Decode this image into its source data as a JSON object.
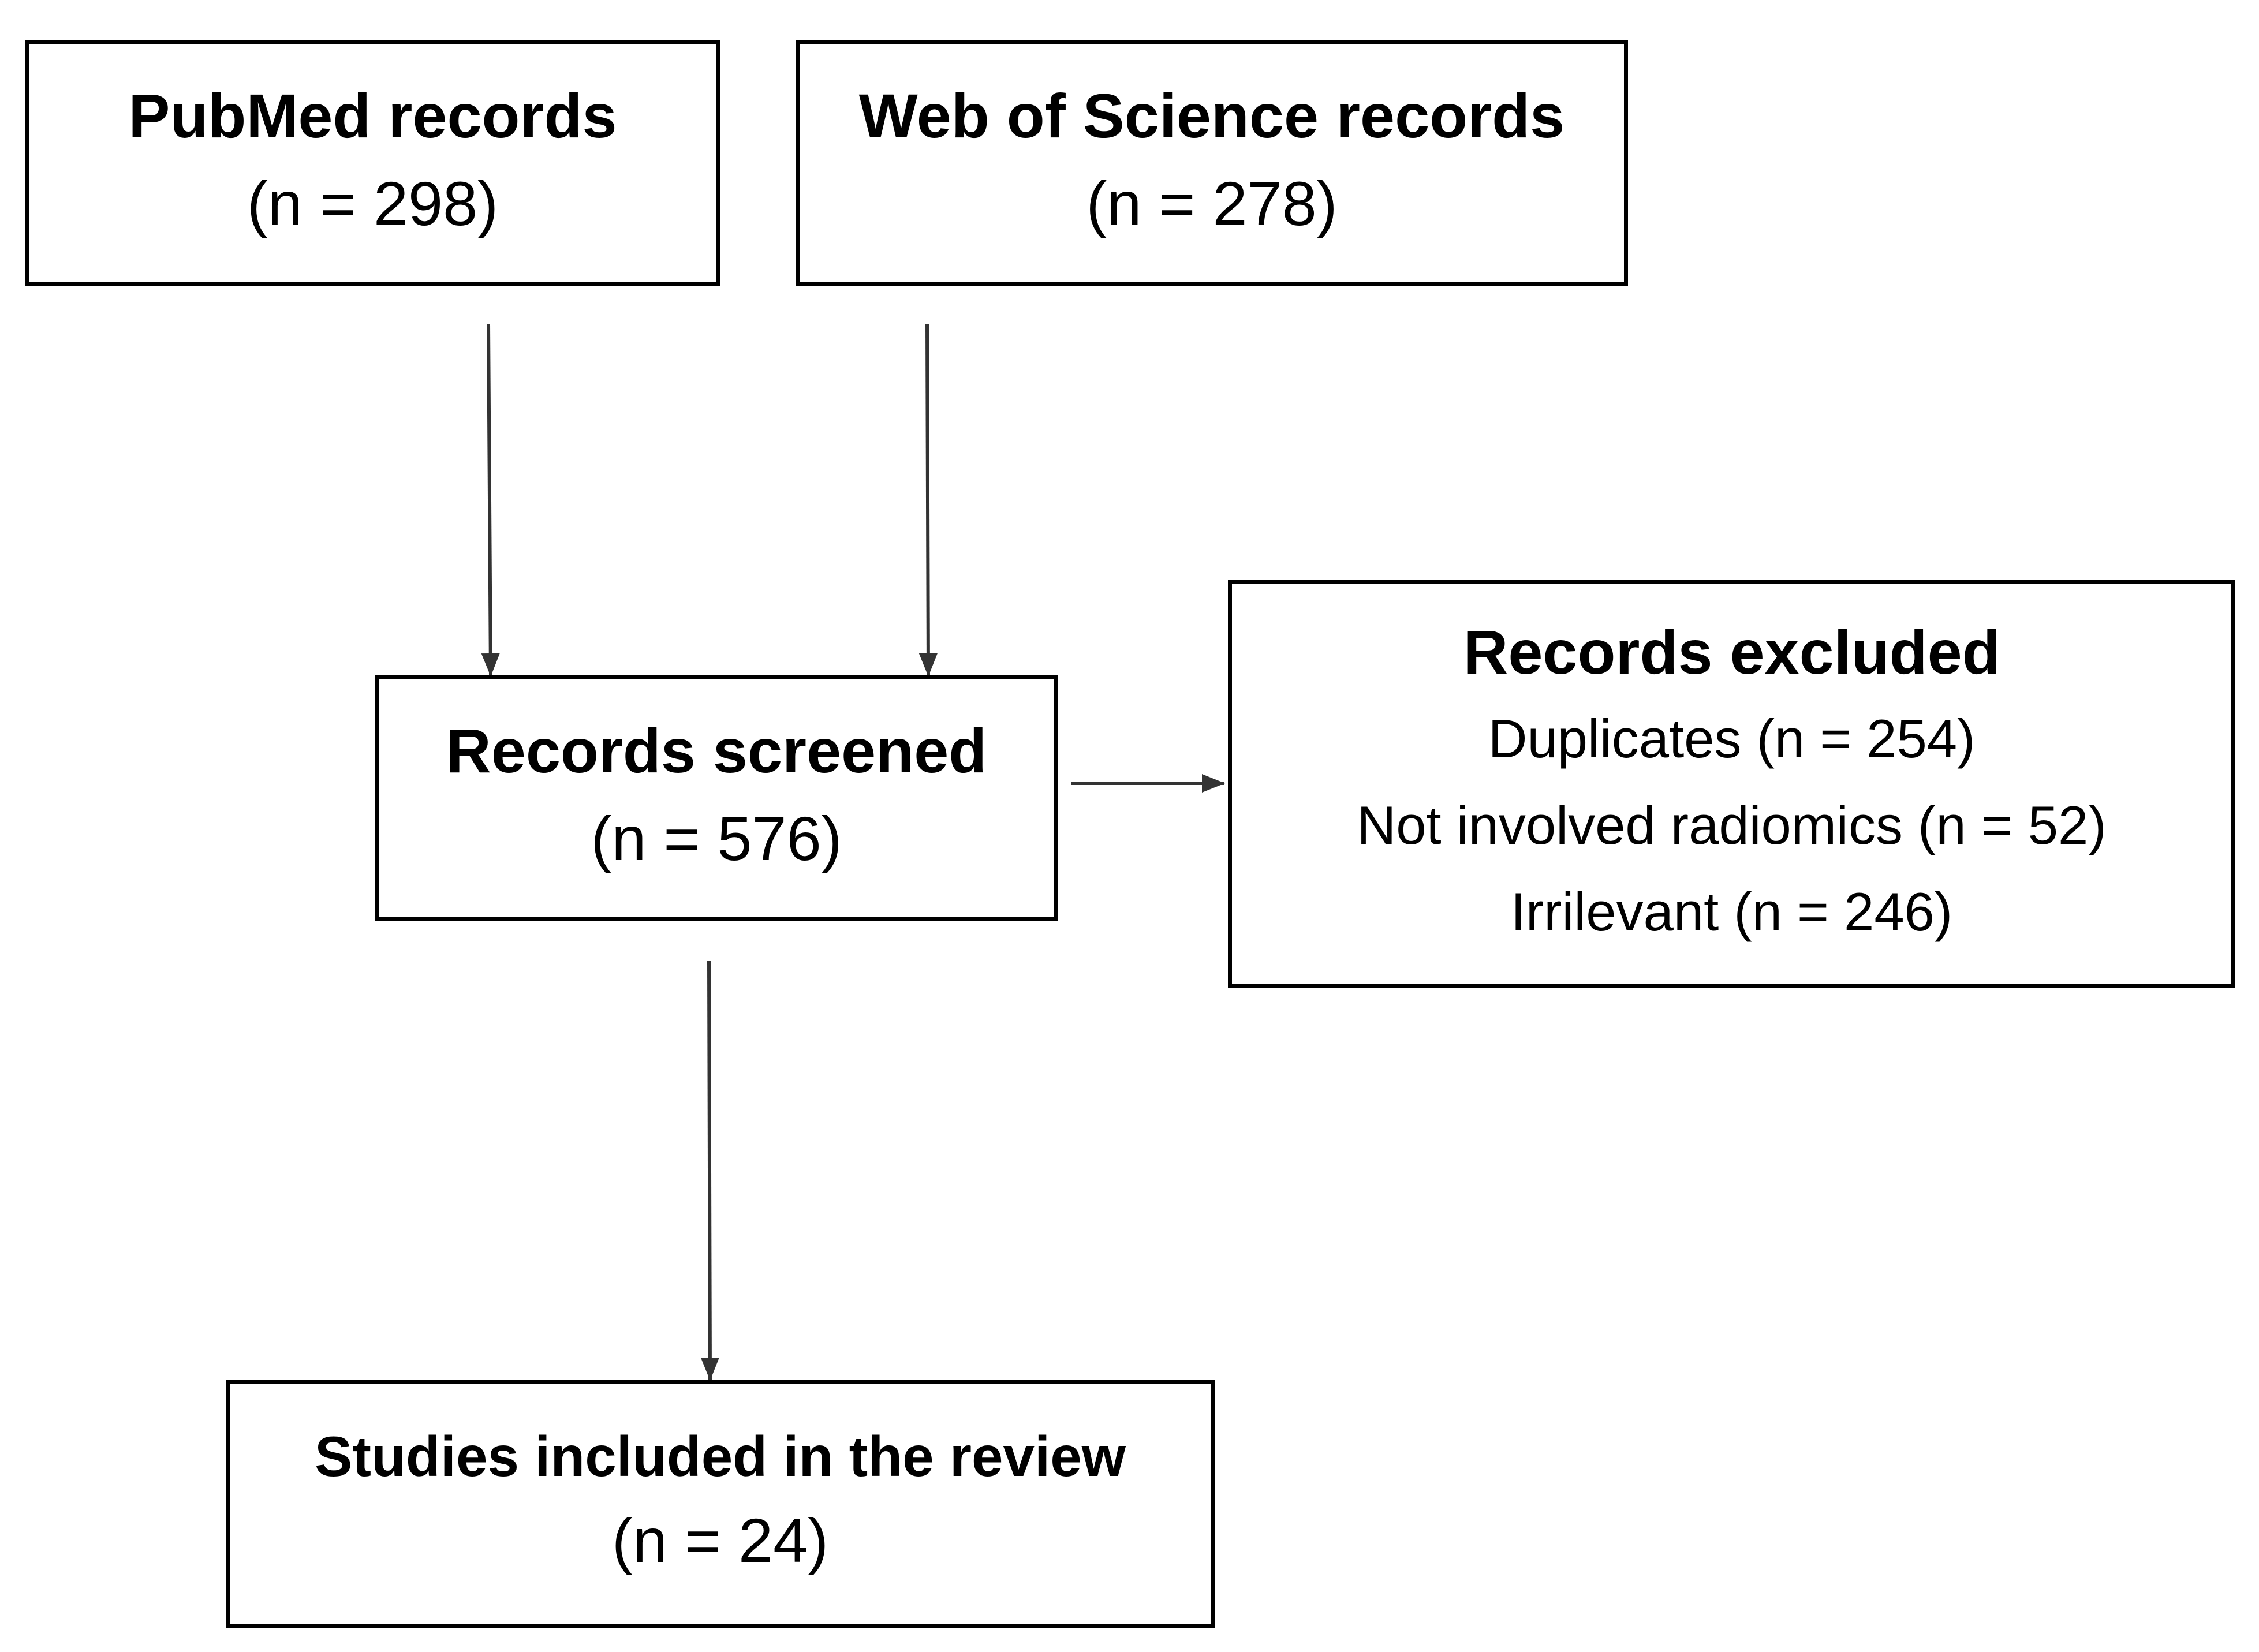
{
  "pubmed": {
    "title": "PubMed records",
    "count": "(n = 298)"
  },
  "wos": {
    "title": "Web of Science records",
    "count": "(n = 278)"
  },
  "screened": {
    "title": "Records screened",
    "count": "(n = 576)"
  },
  "excluded": {
    "title": "Records excluded",
    "reasons": [
      "Duplicates (n = 254)",
      "Not involved radiomics (n = 52)",
      "Irrilevant (n = 246)"
    ]
  },
  "included": {
    "title": "Studies included in the review",
    "count": "(n = 24)"
  },
  "colors": {
    "stroke": "#000000",
    "arrow": "#333333",
    "background": "#ffffff"
  }
}
